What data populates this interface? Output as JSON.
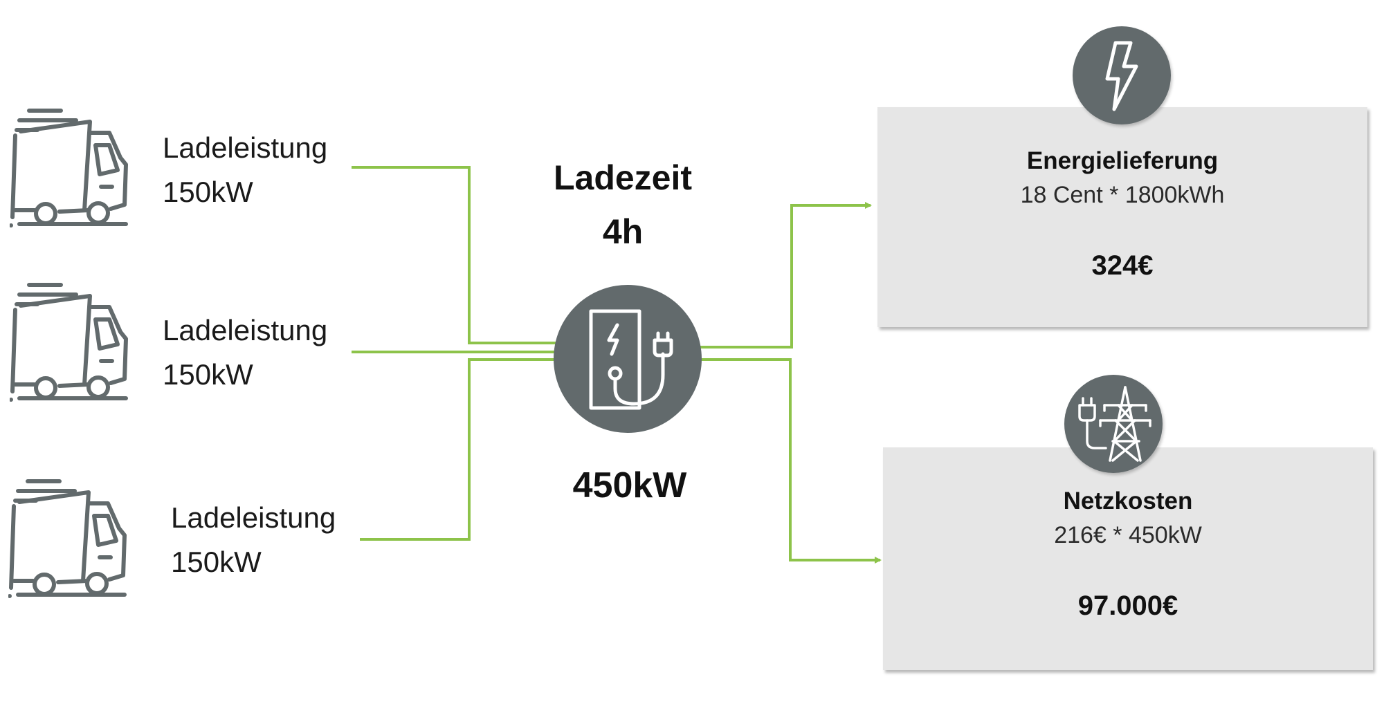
{
  "trucks": [
    {
      "label": "Ladeleistung",
      "power": "150kW"
    },
    {
      "label": "Ladeleistung",
      "power": "150kW"
    },
    {
      "label": "Ladeleistung",
      "power": "150kW"
    }
  ],
  "charging": {
    "time_label": "Ladezeit",
    "time_value": "4h",
    "total_power": "450kW"
  },
  "costs": [
    {
      "title": "Energielieferung",
      "formula": "18 Cent * 1800kWh",
      "value": "324€",
      "icon": "lightning-icon"
    },
    {
      "title": "Netzkosten",
      "formula": "216€ * 450kW",
      "value": "97.000€",
      "icon": "power-grid-icon"
    }
  ],
  "colors": {
    "accent_green": "#8dc34a",
    "icon_gray": "#626a6c",
    "card_bg": "#e6e6e6"
  }
}
